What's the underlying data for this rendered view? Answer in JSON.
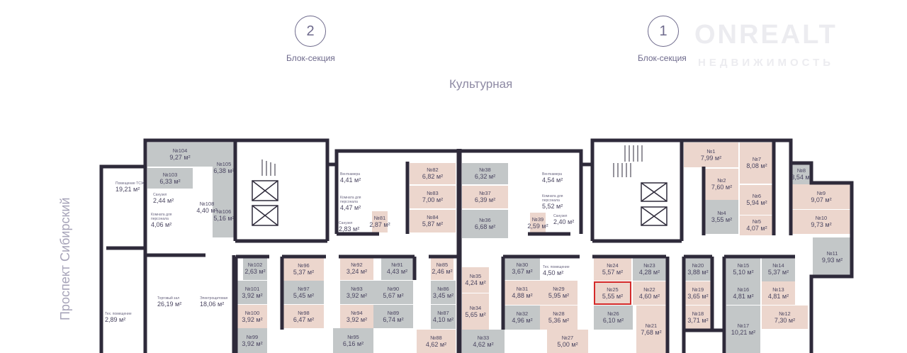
{
  "header": {
    "sections": [
      {
        "number": "2",
        "label": "Блок-секция"
      },
      {
        "number": "1",
        "label": "Блок-секция"
      }
    ],
    "street_top": "Культурная",
    "street_left": "Проспект Сибирский",
    "watermark": {
      "brand": "ONREALT",
      "sub": "НЕДВИЖИМОСТЬ"
    }
  },
  "colors": {
    "available": "#ecd6cd",
    "unavailable": "#c3c7c8",
    "selected": "#d42a2a",
    "wall": "#2e2a3a"
  },
  "rooms": [
    {
      "no": "№104",
      "area": "9,27 м²",
      "status": "gray"
    },
    {
      "no": "№105",
      "area": "6,38 м²",
      "status": "gray"
    },
    {
      "no": "№103",
      "area": "6,33 м²",
      "status": "gray"
    },
    {
      "no": "№106",
      "area": "5,16 м²",
      "status": "gray"
    },
    {
      "no": "№108",
      "area": "4,40 м²",
      "status": "white"
    },
    {
      "no": "№81",
      "area": "2,87 м²",
      "status": "pink"
    },
    {
      "no": "№82",
      "area": "6,82 м²",
      "status": "pink"
    },
    {
      "no": "№83",
      "area": "7,00 м²",
      "status": "pink"
    },
    {
      "no": "№84",
      "area": "5,87 м²",
      "status": "pink"
    },
    {
      "no": "№38",
      "area": "6,32 м²",
      "status": "gray"
    },
    {
      "no": "№37",
      "area": "6,39 м²",
      "status": "pink"
    },
    {
      "no": "№36",
      "area": "6,68 м²",
      "status": "gray"
    },
    {
      "no": "№39",
      "area": "2,59 м²",
      "status": "pink"
    },
    {
      "no": "№1",
      "area": "7,99 м²",
      "status": "pink"
    },
    {
      "no": "№2",
      "area": "7,60 м²",
      "status": "pink"
    },
    {
      "no": "№4",
      "area": "3,55 м²",
      "status": "gray"
    },
    {
      "no": "№7",
      "area": "8,08 м²",
      "status": "pink"
    },
    {
      "no": "№6",
      "area": "5,94 м²",
      "status": "pink"
    },
    {
      "no": "№5",
      "area": "4,07 м²",
      "status": "pink"
    },
    {
      "no": "№8",
      "area": "3,54 м²",
      "status": "gray"
    },
    {
      "no": "№9",
      "area": "9,07 м²",
      "status": "pink"
    },
    {
      "no": "№10",
      "area": "9,73 м²",
      "status": "pink"
    },
    {
      "no": "№11",
      "area": "9,93 м²",
      "status": "gray"
    },
    {
      "no": "№102",
      "area": "2,63 м²",
      "status": "gray"
    },
    {
      "no": "№101",
      "area": "3,92 м²",
      "status": "gray"
    },
    {
      "no": "№100",
      "area": "3,92 м²",
      "status": "pink"
    },
    {
      "no": "№99",
      "area": "3,92 м²",
      "status": "gray"
    },
    {
      "no": "№96",
      "area": "5,37 м²",
      "status": "pink"
    },
    {
      "no": "№97",
      "area": "5,45 м²",
      "status": "gray"
    },
    {
      "no": "№98",
      "area": "6,47 м²",
      "status": "pink"
    },
    {
      "no": "№92",
      "area": "3,24 м²",
      "status": "pink"
    },
    {
      "no": "№91",
      "area": "4,43 м²",
      "status": "gray"
    },
    {
      "no": "№93",
      "area": "3,92 м²",
      "status": "gray"
    },
    {
      "no": "№90",
      "area": "5,67 м²",
      "status": "gray"
    },
    {
      "no": "№94",
      "area": "3,92 м²",
      "status": "pink"
    },
    {
      "no": "№89",
      "area": "6,74 м²",
      "status": "gray"
    },
    {
      "no": "№95",
      "area": "6,16 м²",
      "status": "gray"
    },
    {
      "no": "№85",
      "area": "2,46 м²",
      "status": "pink"
    },
    {
      "no": "№86",
      "area": "3,45 м²",
      "status": "gray"
    },
    {
      "no": "№87",
      "area": "4,10 м²",
      "status": "gray"
    },
    {
      "no": "№88",
      "area": "4,62 м²",
      "status": "pink"
    },
    {
      "no": "№35",
      "area": "4,24 м²",
      "status": "pink"
    },
    {
      "no": "№34",
      "area": "5,65 м²",
      "status": "pink"
    },
    {
      "no": "№33",
      "area": "4,62 м²",
      "status": "gray"
    },
    {
      "no": "№30",
      "area": "3,67 м²",
      "status": "gray"
    },
    {
      "no": "№31",
      "area": "4,88 м²",
      "status": "pink"
    },
    {
      "no": "№29",
      "area": "5,95 м²",
      "status": "pink"
    },
    {
      "no": "№32",
      "area": "4,96 м²",
      "status": "gray"
    },
    {
      "no": "№28",
      "area": "5,36 м²",
      "status": "pink"
    },
    {
      "no": "№27",
      "area": "5,00 м²",
      "status": "pink"
    },
    {
      "no": "№24",
      "area": "5,57 м²",
      "status": "pink"
    },
    {
      "no": "№23",
      "area": "4,28 м²",
      "status": "gray"
    },
    {
      "no": "№25",
      "area": "5,55 м²",
      "status": "pink",
      "selected": true
    },
    {
      "no": "№22",
      "area": "4,60 м²",
      "status": "pink"
    },
    {
      "no": "№26",
      "area": "6,10 м²",
      "status": "gray"
    },
    {
      "no": "№21",
      "area": "7,68 м²",
      "status": "pink"
    },
    {
      "no": "№20",
      "area": "3,88 м²",
      "status": "gray"
    },
    {
      "no": "№19",
      "area": "3,65 м²",
      "status": "pink"
    },
    {
      "no": "№18",
      "area": "3,71 м²",
      "status": "pink"
    },
    {
      "no": "№15",
      "area": "5,10 м²",
      "status": "gray"
    },
    {
      "no": "№14",
      "area": "5,37 м²",
      "status": "gray"
    },
    {
      "no": "№16",
      "area": "4,81 м²",
      "status": "gray"
    },
    {
      "no": "№13",
      "area": "4,81 м²",
      "status": "pink"
    },
    {
      "no": "№17",
      "area": "10,21 м²",
      "status": "gray"
    },
    {
      "no": "№12",
      "area": "7,30 м²",
      "status": "pink"
    }
  ],
  "service_rooms": [
    {
      "caption": "Помещение ТСЖ",
      "area": "19,21 м²"
    },
    {
      "caption": "Санузел",
      "area": "2,44 м²"
    },
    {
      "caption": "Комната для персонала",
      "area": "4,06 м²"
    },
    {
      "caption": "Венткамера",
      "area": "4,41 м²"
    },
    {
      "caption": "Комната для персонала",
      "area": "4,47 м²"
    },
    {
      "caption": "Санузел",
      "area": "2,83 м²"
    },
    {
      "caption": "Венткамера",
      "area": "4,54 м²"
    },
    {
      "caption": "Комната для персонала",
      "area": "5,52 м²"
    },
    {
      "caption": "Санузел",
      "area": "2,40 м²"
    },
    {
      "caption": "Торговый зал",
      "area": "26,19 м²"
    },
    {
      "caption": "Электрощитовая",
      "area": "18,06 м²"
    },
    {
      "caption": "Тех. помещение",
      "area": "2,89 м²"
    },
    {
      "caption": "Тех. помещение",
      "area": "4,50 м²"
    }
  ]
}
